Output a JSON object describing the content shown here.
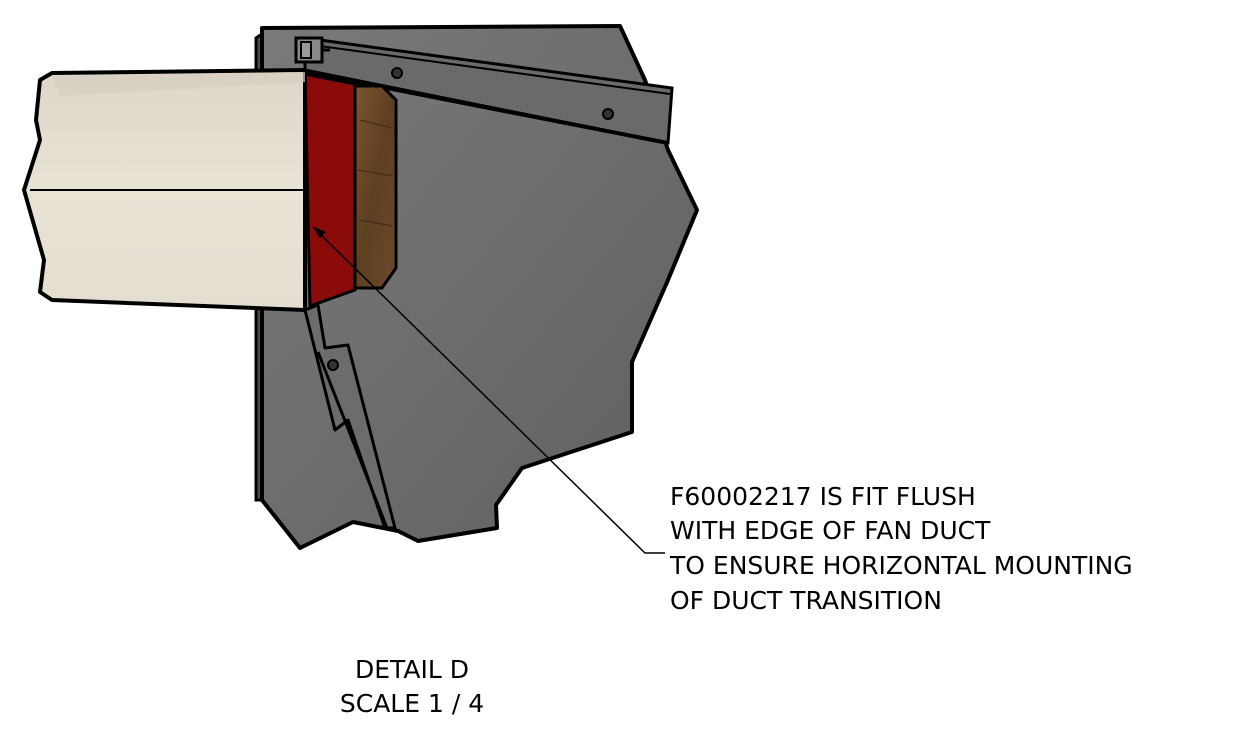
{
  "annotation": {
    "lines": [
      "F60002217 IS FIT FLUSH",
      "WITH EDGE OF FAN DUCT",
      "TO ENSURE HORIZONTAL MOUNTING",
      "OF DUCT TRANSITION"
    ]
  },
  "detail": {
    "title": "DETAIL  D",
    "scale": "SCALE 1 / 4"
  },
  "colors": {
    "plate": "#6e6e6e",
    "plate_dark": "#5a5a5a",
    "duct": "#e3ddd0",
    "duct_light": "#ece6da",
    "gasket": "#8b0a0a",
    "wood": "#6b4a2a",
    "outline": "#000000"
  }
}
